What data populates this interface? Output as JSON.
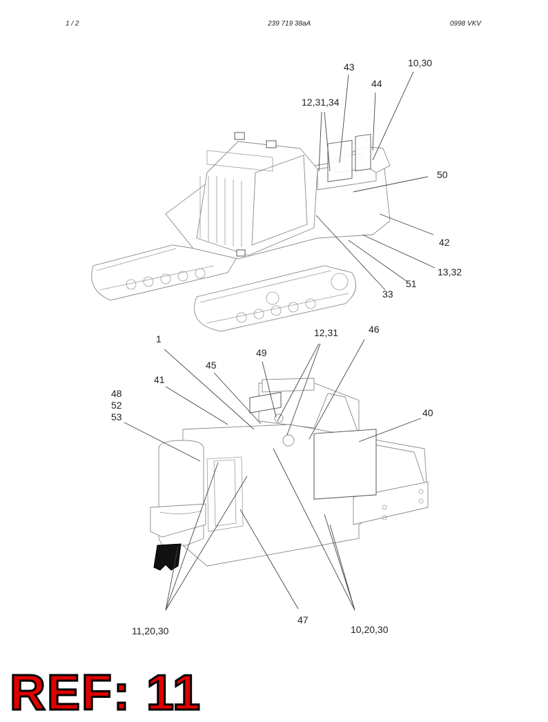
{
  "header": {
    "page": "1 / 2",
    "doc_number": "239 719 38aA",
    "revision": "0998  VKV"
  },
  "callouts": {
    "top": [
      "43",
      "10,30",
      "44",
      "12,31,34",
      "50",
      "42",
      "13,32",
      "51",
      "33"
    ],
    "bottom": [
      "1",
      "12,31",
      "46",
      "49",
      "45",
      "41",
      "48",
      "52",
      "53",
      "40",
      "47",
      "11,20,30",
      "10,20,30"
    ]
  },
  "stamp": "REF: 11",
  "colors": {
    "stamp_fill": "#e00000",
    "stamp_outline": "#000000",
    "line": "#444444"
  }
}
